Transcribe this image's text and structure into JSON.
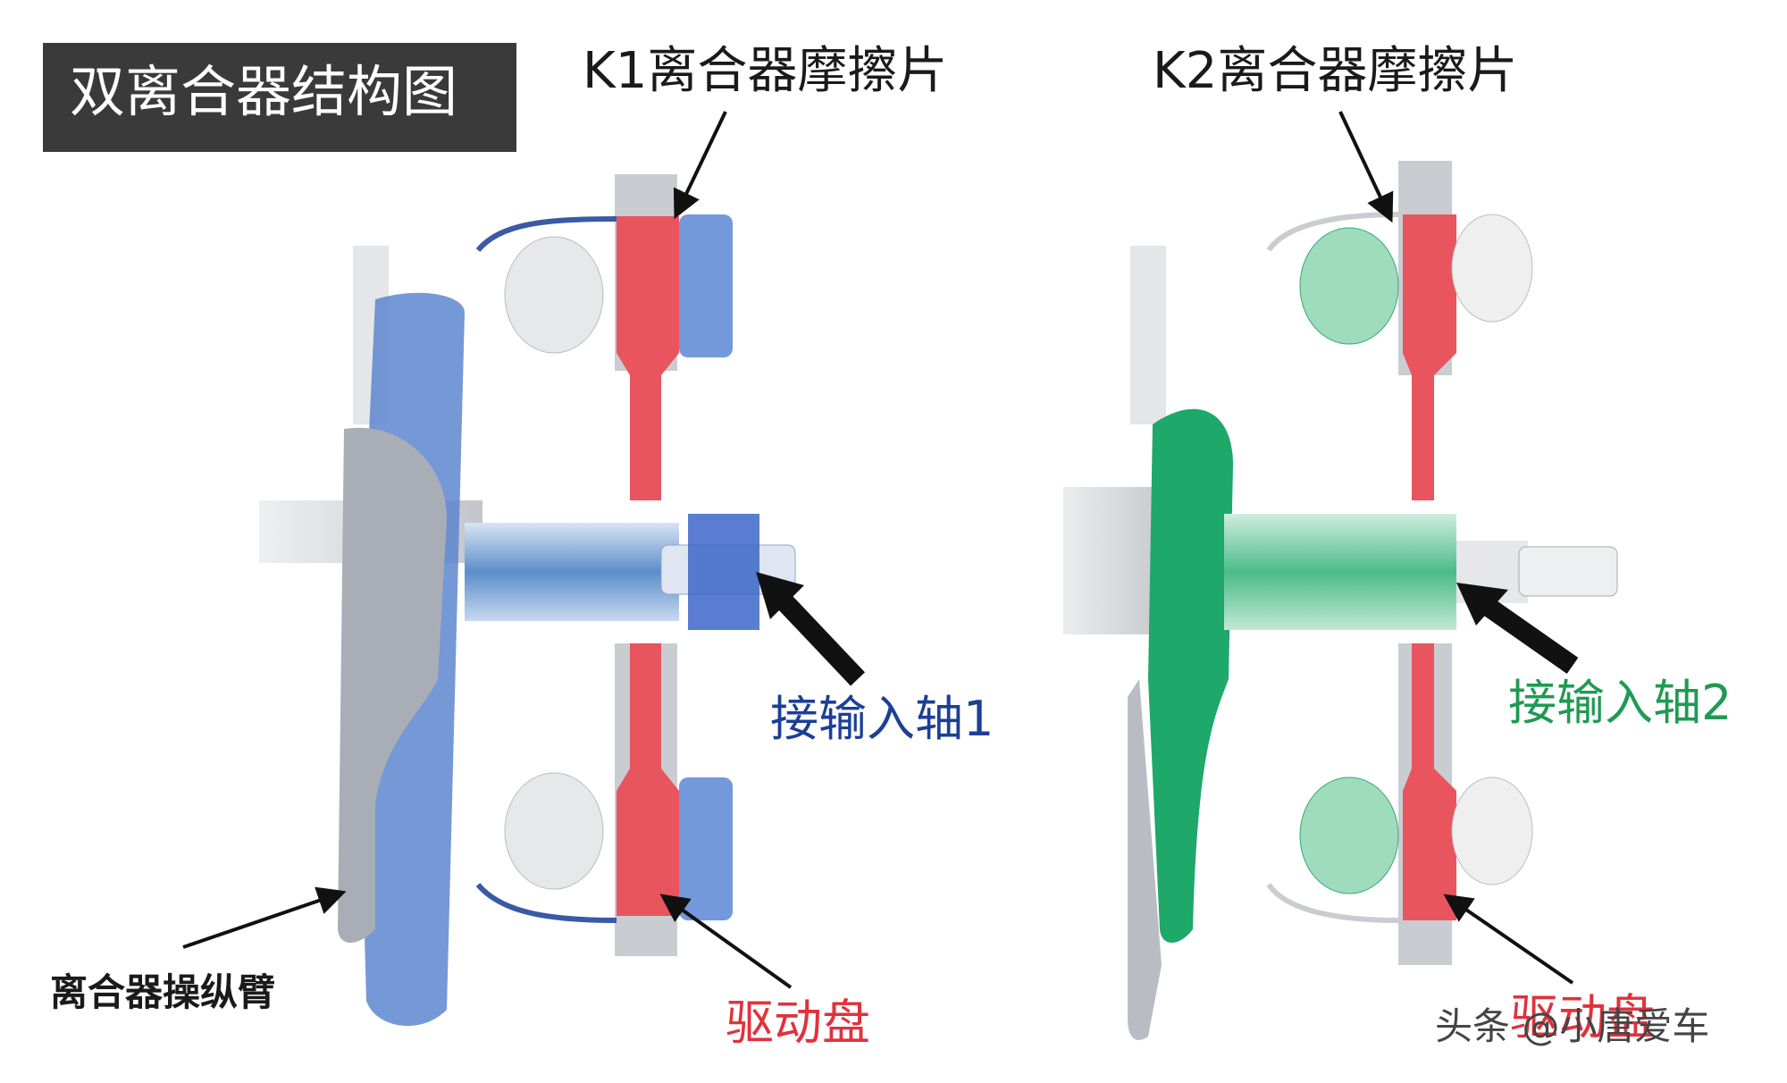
{
  "title": "双离合器结构图",
  "labels": {
    "k1": "K1离合器摩擦片",
    "k2": "K2离合器摩擦片",
    "input1": "接输入轴1",
    "input2": "接输入轴2",
    "lever": "离合器操纵臂",
    "drive_plate_1": "驱动盘",
    "drive_plate_2": "驱动盘",
    "watermark": "头条 @小唐爱车"
  },
  "colors": {
    "k1_part": "#3b6fd1",
    "k2_part": "#23a870",
    "friction": "#e8555e",
    "housing": "#c9cdd2",
    "input1_text": "#1c3f96",
    "input2_text": "#1f9a52",
    "drive_text": "#e0323c"
  }
}
